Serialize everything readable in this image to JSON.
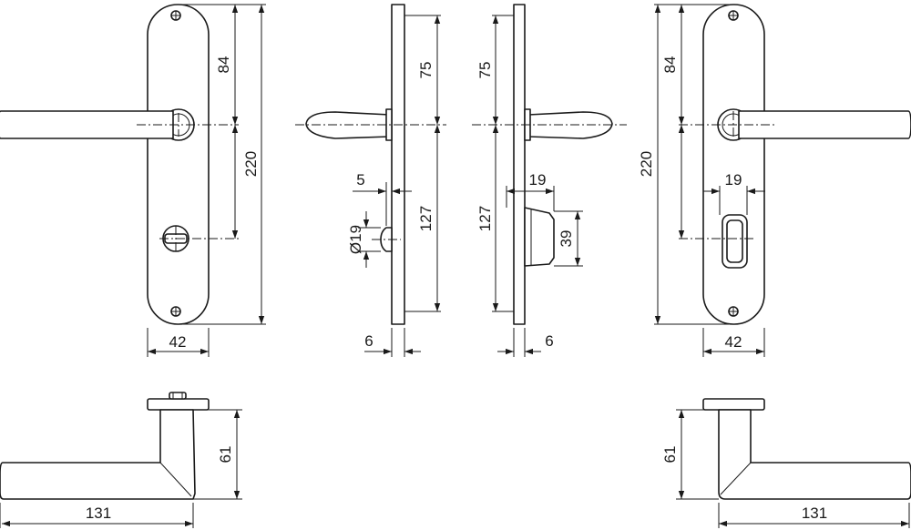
{
  "dimensions": {
    "front_left_84": "84",
    "front_left_220": "220",
    "front_left_42": "42",
    "side_left_75": "75",
    "side_left_127": "127",
    "side_left_5": "5",
    "side_left_d19": "Ø19",
    "side_left_6": "6",
    "side_right_75": "75",
    "side_right_127": "127",
    "side_right_19": "19",
    "side_right_39": "39",
    "side_right_6": "6",
    "front_right_84": "84",
    "front_right_220": "220",
    "front_right_19": "19",
    "front_right_42": "42",
    "top_left_61": "61",
    "top_left_131": "131",
    "top_right_61": "61",
    "top_right_131": "131"
  }
}
